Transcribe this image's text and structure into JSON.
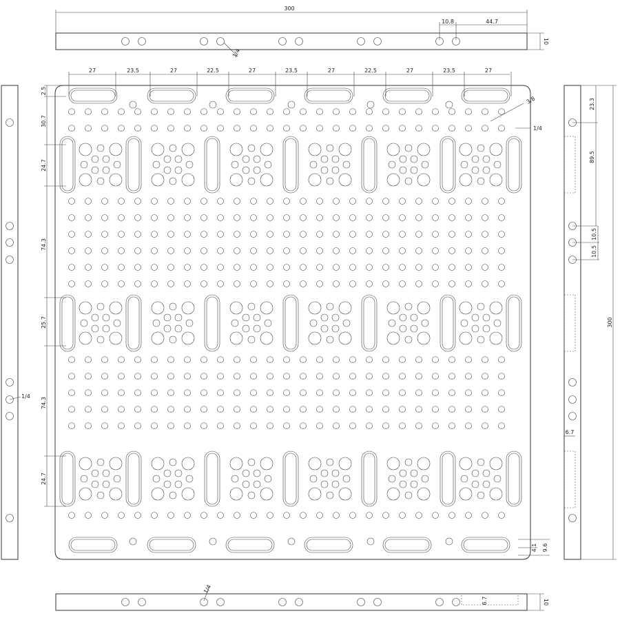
{
  "top_view": {
    "overall": "300",
    "hole_spacing": "10.8",
    "offset": "44.7",
    "thickness": "10",
    "thread": "1/4"
  },
  "plate": {
    "slot_widths": [
      "27",
      "23.5",
      "27",
      "22.5",
      "27",
      "23.5",
      "27",
      "22.5",
      "27",
      "23.5",
      "27"
    ],
    "left_dims": [
      "2.5",
      "30.7",
      "24.7",
      "74.3",
      "25.7",
      "74.3",
      "24.7"
    ],
    "large_hole": "3/8",
    "small_hole": "1/4",
    "bottom_slot_dims": [
      "4.1",
      "9.6"
    ]
  },
  "left_view": {
    "thread": "1/4"
  },
  "right_view": {
    "dims": [
      "23.3",
      "89.5",
      "10.5",
      "10.5",
      "6.7"
    ],
    "overall": "300"
  },
  "bottom_view": {
    "thread": "1/4",
    "pocket": "6.7",
    "thickness": "10"
  }
}
